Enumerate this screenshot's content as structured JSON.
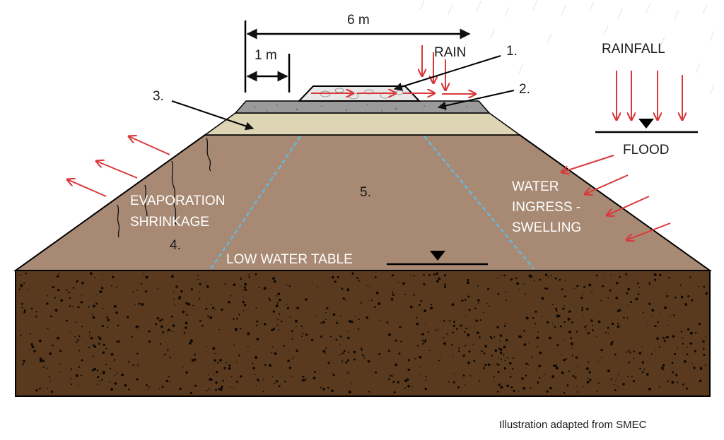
{
  "labels": {
    "width_total": "6 m",
    "width_shoulder": "1 m",
    "rain": "RAIN",
    "rainfall": "RAINFALL",
    "flood": "FLOOD",
    "evaporation": "EVAPORATION",
    "shrinkage": "SHRINKAGE",
    "water": "WATER",
    "ingress": "INGRESS -",
    "swelling": "SWELLING",
    "low_water_table": "LOW WATER TABLE"
  },
  "callouts": {
    "n1": "1.",
    "n2": "2.",
    "n3": "3.",
    "n4": "4.",
    "n5": "5."
  },
  "credit": "Illustration adapted from SMEC",
  "colors": {
    "foundation": "#5a3a1e",
    "embankment": "#a88a74",
    "subbase": "#ddd5b4",
    "base": "#9a9a9a",
    "arrow": "#d9393b",
    "water_table_line": "#66b8dc"
  }
}
